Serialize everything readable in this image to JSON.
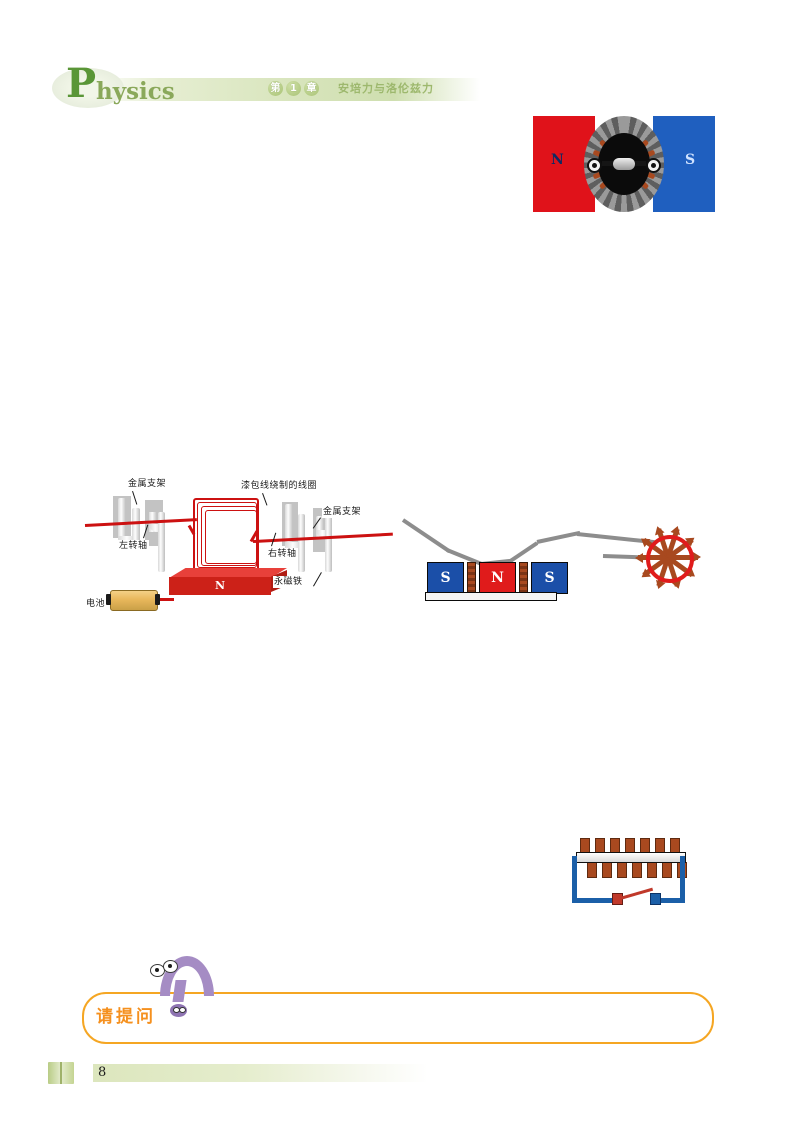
{
  "page": {
    "number": "8",
    "background": "#ffffff"
  },
  "header": {
    "logo_p": "P",
    "logo_rest": "hysics",
    "chapter_prefix": "第",
    "chapter_number": "1",
    "chapter_unit": "章",
    "chapter_title": "安培力与洛伦兹力",
    "bar_color": "#d7e4bb",
    "logo_color": "#5a9637"
  },
  "motor_figure": {
    "name": "dc-motor-cross-section",
    "left_pole_label": "N",
    "left_pole_color": "#e0121a",
    "right_pole_label": "S",
    "right_pole_color": "#1f5fbf",
    "winding_color": "#a8491f"
  },
  "apparatus_figure": {
    "name": "simple-motor-apparatus",
    "labels": [
      {
        "id": "bracket-left",
        "text": "金属支架"
      },
      {
        "id": "coil",
        "text": "漆包线绕制的线圈"
      },
      {
        "id": "bracket-right",
        "text": "金属支架"
      },
      {
        "id": "axle-left",
        "text": "左转轴"
      },
      {
        "id": "axle-right",
        "text": "右转轴"
      },
      {
        "id": "magnet",
        "text": "永磁铁"
      },
      {
        "id": "battery",
        "text": "电池"
      }
    ],
    "magnet_pole": "N",
    "magnet_color": "#cc2118",
    "coil_color": "#cc1111",
    "battery_color": "#e8b75b"
  },
  "rail_figure": {
    "name": "magnet-rail-rotor",
    "magnets": [
      {
        "pole": "S",
        "color": "#1b4fa8"
      },
      {
        "pole": "N",
        "color": "#e01b1b"
      },
      {
        "pole": "S",
        "color": "#1b4fa8"
      }
    ],
    "wire_color": "#8d8d8d",
    "rotor_ring_color": "#e01b1b",
    "rotor_spoke_color": "#a8491f"
  },
  "solenoid_figure": {
    "name": "solenoid-circuit",
    "coil_color": "#a8491f",
    "wire_color": "#1b5fa8",
    "switch_color": "#c0392b"
  },
  "question_box": {
    "label": "请提问",
    "label_color": "#f5901e",
    "border_color": "#f5a623",
    "mascot": "question-mark-character",
    "mascot_color": "#a58cc4"
  },
  "footer": {
    "page_number": "8",
    "bar_color": "#dce6bd"
  }
}
